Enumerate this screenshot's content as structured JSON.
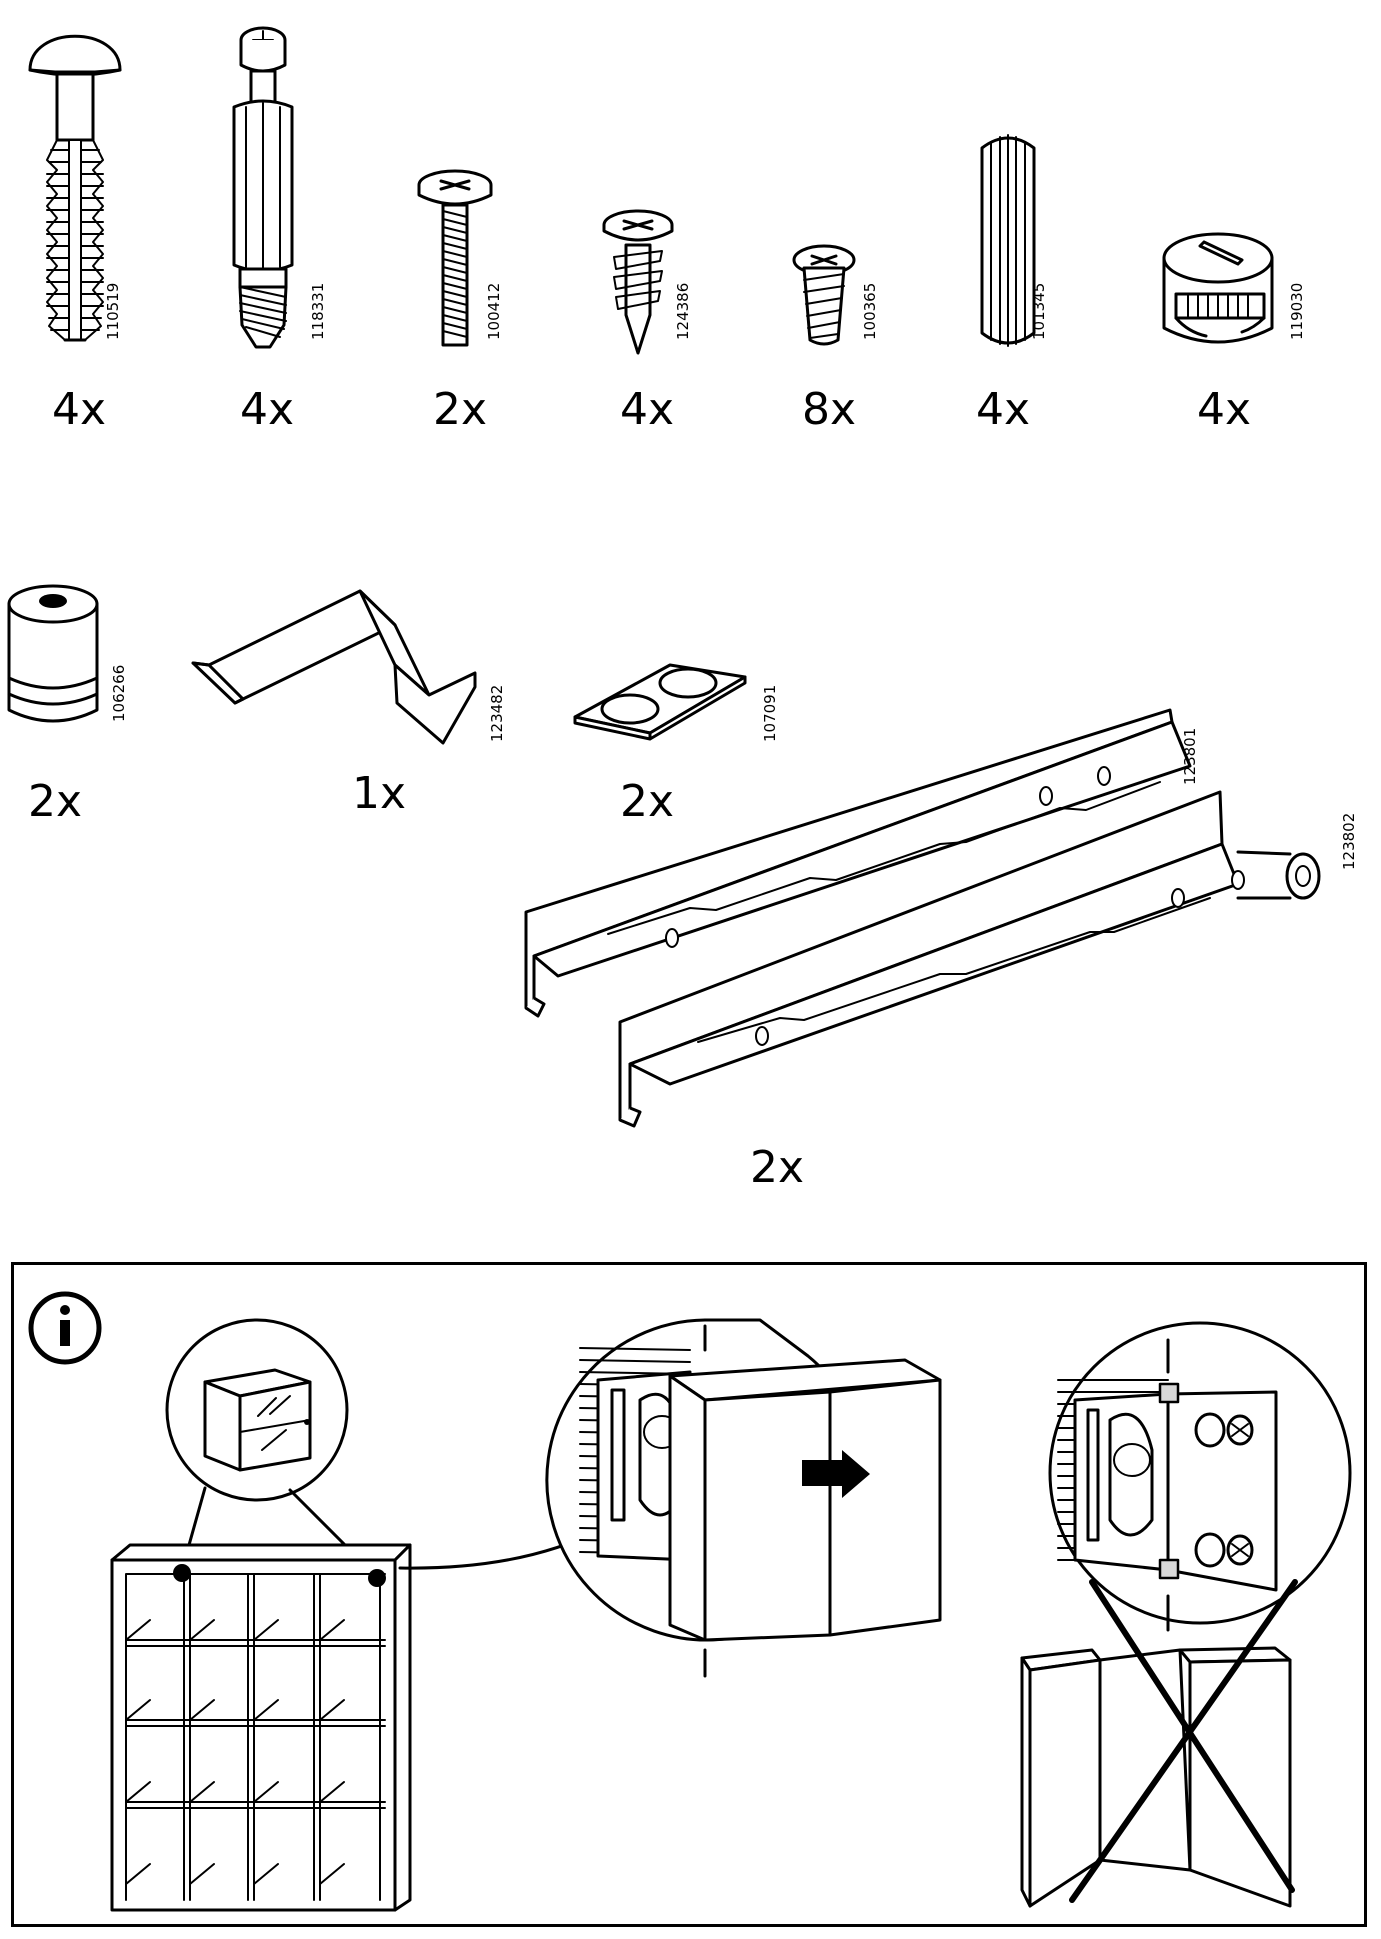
{
  "parts": [
    {
      "code": "110519",
      "qty": "4x",
      "icon": "cam-bolt-icon"
    },
    {
      "code": "118331",
      "qty": "4x",
      "icon": "connector-bolt-icon"
    },
    {
      "code": "100412",
      "qty": "2x",
      "icon": "machine-screw-icon"
    },
    {
      "code": "124386",
      "qty": "4x",
      "icon": "wood-screw-icon"
    },
    {
      "code": "100365",
      "qty": "8x",
      "icon": "short-screw-icon"
    },
    {
      "code": "101345",
      "qty": "4x",
      "icon": "wooden-dowel-icon"
    },
    {
      "code": "119030",
      "qty": "4x",
      "icon": "cam-lock-icon"
    },
    {
      "code": "106266",
      "qty": "2x",
      "icon": "cylinder-knob-icon"
    },
    {
      "code": "123482",
      "qty": "1x",
      "icon": "angle-bracket-icon"
    },
    {
      "code": "107091",
      "qty": "2x",
      "icon": "felt-pads-icon"
    },
    {
      "code": "123801",
      "qty": "2x",
      "icon": "drawer-rail-left-icon"
    },
    {
      "code": "123802",
      "qty": "",
      "icon": "drawer-rail-right-icon"
    }
  ],
  "info": {
    "icon": "info-icon",
    "glyph": "i"
  },
  "colors": {
    "ink": "#000000",
    "paper": "#ffffff",
    "shade": "#d8d8d8"
  }
}
